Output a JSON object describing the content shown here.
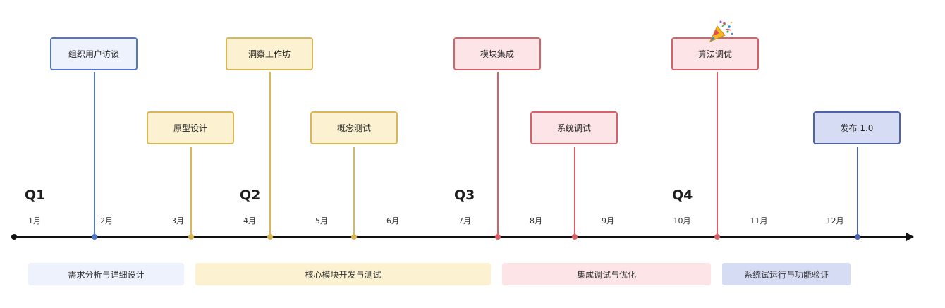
{
  "timeline": {
    "quarters": [
      "Q1",
      "Q2",
      "Q3",
      "Q4"
    ],
    "months": [
      "1月",
      "2月",
      "3月",
      "4月",
      "5月",
      "6月",
      "7月",
      "8月",
      "9月",
      "10月",
      "11月",
      "12月"
    ],
    "events": [
      {
        "label": "组织用户访谈",
        "color": "blue"
      },
      {
        "label": "原型设计",
        "color": "yellow"
      },
      {
        "label": "洞察工作坊",
        "color": "yellow"
      },
      {
        "label": "概念测试",
        "color": "yellow"
      },
      {
        "label": "模块集成",
        "color": "red"
      },
      {
        "label": "系统调试",
        "color": "red"
      },
      {
        "label": "算法调优",
        "color": "red"
      },
      {
        "label": "发布 1.0",
        "color": "indigo"
      }
    ],
    "phases": [
      {
        "label": "需求分析与详细设计",
        "color": "blue"
      },
      {
        "label": "核心模块开发与测试",
        "color": "yellow"
      },
      {
        "label": "集成调试与优化",
        "color": "red"
      },
      {
        "label": "系统试运行与功能验证",
        "color": "indigo"
      }
    ],
    "decoration_icon": "party-popper-icon"
  },
  "colors": {
    "blue": "#5275c8",
    "yellow": "#d8b757",
    "red": "#d86068",
    "indigo": "#4d63ab"
  }
}
